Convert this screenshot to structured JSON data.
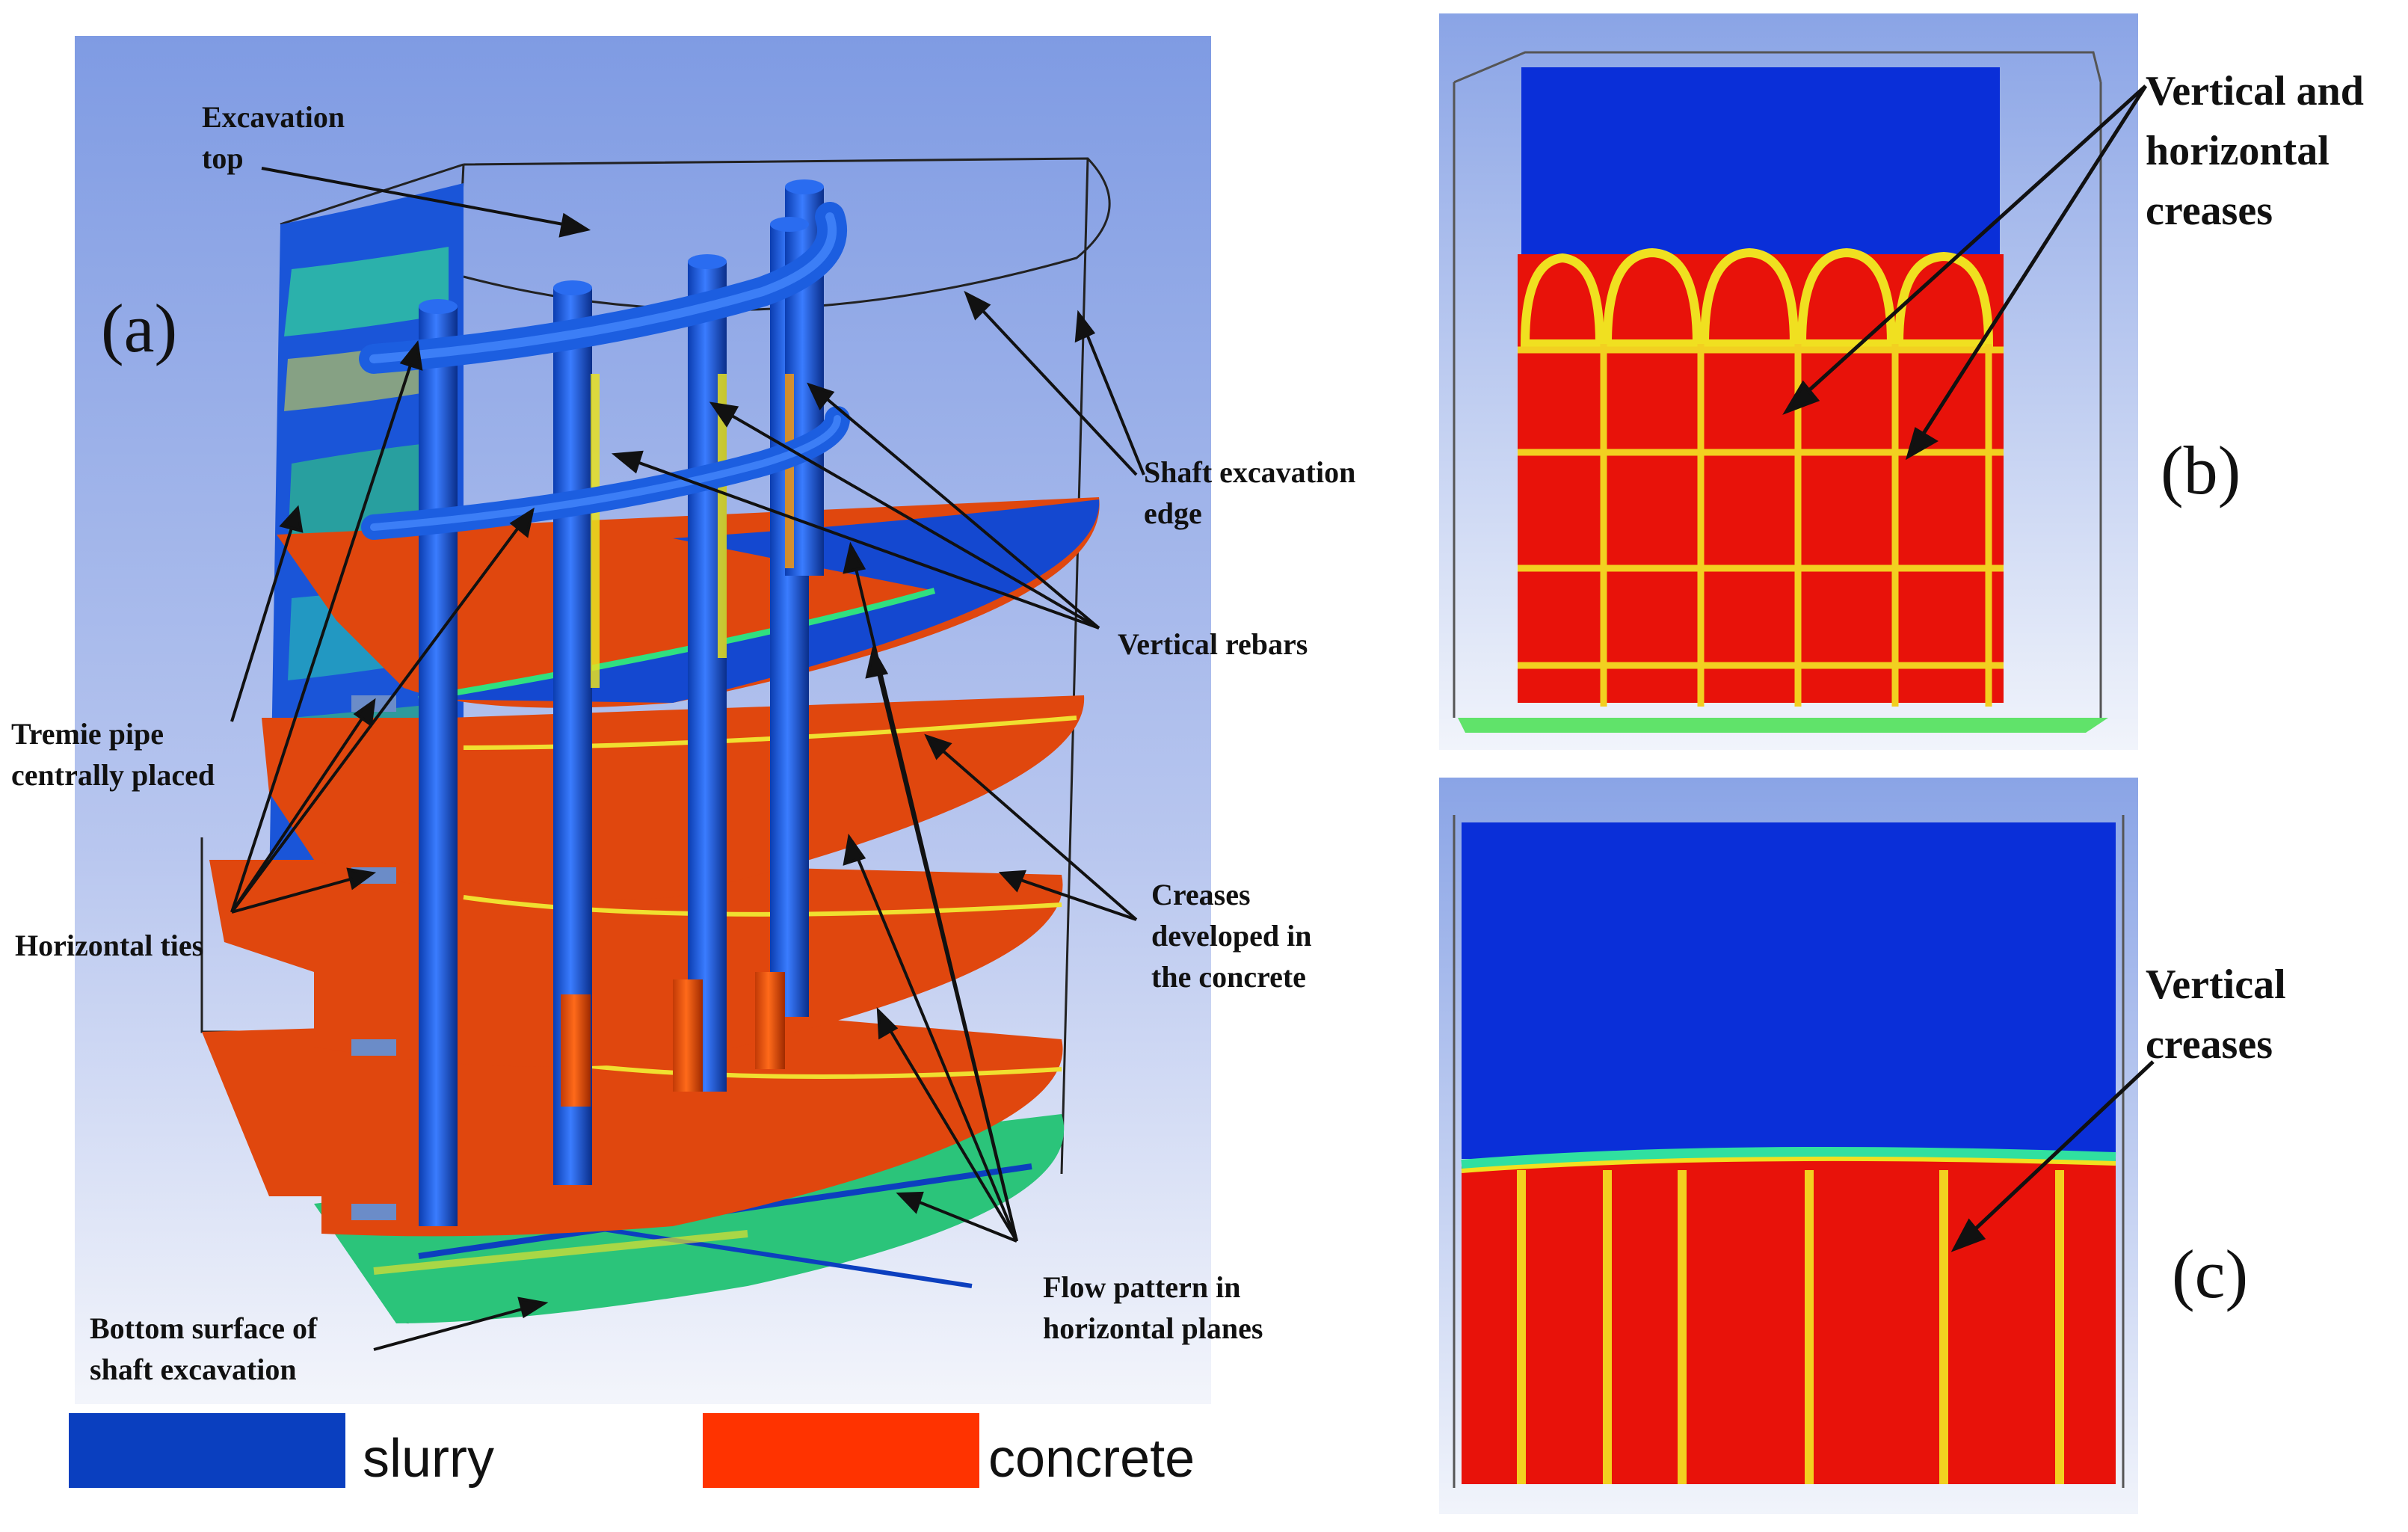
{
  "panel_a": {
    "tag": "(a)",
    "labels": {
      "excavation_top_1": "Excavation",
      "excavation_top_2": "top",
      "shaft_edge_1": "Shaft excavation",
      "shaft_edge_2": "edge",
      "vertical_rebars": "Vertical rebars",
      "tremie_1": "Tremie pipe",
      "tremie_2": "centrally placed",
      "horizontal_ties": "Horizontal ties",
      "creases_1": "Creases",
      "creases_2": "developed in",
      "creases_3": "the concrete",
      "flow_1": "Flow pattern in",
      "flow_2": "horizontal planes",
      "bottom_1": "Bottom surface of",
      "bottom_2": "shaft excavation"
    }
  },
  "panel_b": {
    "tag": "(b)",
    "label_1": "Vertical and",
    "label_2": "horizontal",
    "label_3": "creases"
  },
  "panel_c": {
    "tag": "(c)",
    "label_1": "Vertical",
    "label_2": "creases"
  },
  "legend": {
    "items": [
      {
        "label": "slurry",
        "color": "#0a3fbf"
      },
      {
        "label": "concrete",
        "color": "#ff3300"
      }
    ]
  },
  "colors": {
    "slurry": "#0a3fbf",
    "concrete": "#e8450c",
    "crease_yellow": "#e8e020",
    "crease_green": "#30d060",
    "background_top": "#8aa2e6",
    "background_bottom": "#e8ecf8"
  }
}
